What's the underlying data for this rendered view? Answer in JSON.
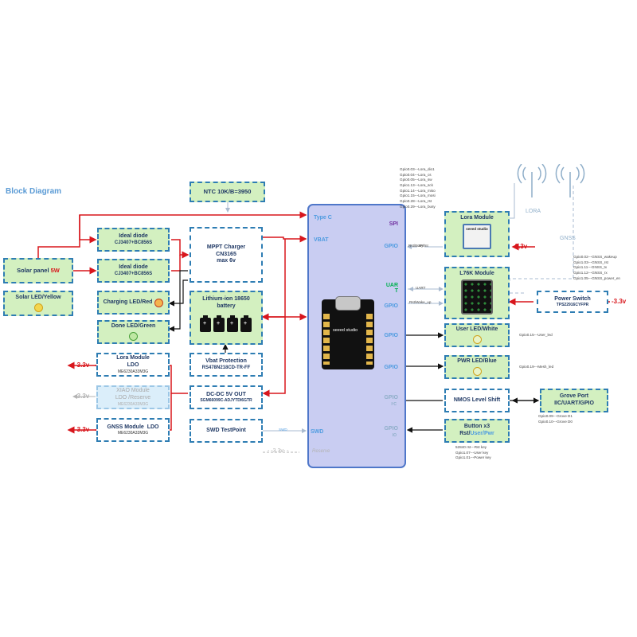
{
  "title": "Block Diagram",
  "colors": {
    "box_fill": "#d3f0c0",
    "box_border": "#2e7db3",
    "mcu_fill": "#c9cdf2",
    "power_line": "#d8161c",
    "signal_line": "#111111",
    "accent_blue": "#4d9be0"
  },
  "ntc": {
    "label": "NTC 10K/B=3950"
  },
  "left_column": {
    "ideal_diode_1": {
      "title": "Ideal diode",
      "part": "CJ3407+BC856S"
    },
    "ideal_diode_2": {
      "title": "Ideal diode",
      "part": "CJ3407+BC856S"
    },
    "charging_led": {
      "label": "Charging LED/Red"
    },
    "done_led": {
      "label": "Done LED/Green"
    },
    "lora_ldo": {
      "title": "Lora Module",
      "title2": "LDO",
      "part": "ME6230A33M3G"
    },
    "xiao_ldo": {
      "title": "XIAO Module",
      "title2": "LDO /Reserve",
      "part": "ME6230A33M3G"
    },
    "gnss_ldo": {
      "title": "GNSS Module",
      "title2": "LDO",
      "part": "ME6230A33M3G"
    }
  },
  "solar": {
    "panel_label": "Solar panel",
    "panel_power": "5W",
    "led_label": "Solar LED/Yellow"
  },
  "middle_column": {
    "charger": {
      "line1": "MPPT Charger",
      "line2": "CN3165",
      "line3": "max 6v"
    },
    "battery": {
      "line1": "Lithium-ion 18650",
      "line2": "battery"
    },
    "vbat_protection": {
      "line1": "Vbat Protection",
      "line2": "RS478N218CD-TR-FF"
    },
    "dcdc": {
      "line1": "DC-DC 5V OUT",
      "line2": "SGM66099C-ADJYTDI6GTR"
    },
    "swd": {
      "label": "SWD TestPoint"
    }
  },
  "mcu": {
    "left_pins": {
      "type_c": "Type C",
      "vbat": "VBAT",
      "swd": "SWD",
      "reserve": "Reserve"
    },
    "right_pins": {
      "spi": "SPI",
      "gpio1": "GPIO",
      "uart": "UAR",
      "uart2": "T",
      "gpio2": "GPIO",
      "gpio3": "GPIO",
      "gpio4": "GPIO",
      "gpio5": "GPIO",
      "i2c": "I²C",
      "gpio6": "GPIO",
      "io": "IO"
    },
    "chip_brand": "seeed studio"
  },
  "wire_labels": {
    "spi": "SPI",
    "rst_busy": "Rst/Busy/Int",
    "uart": "UART",
    "rst_wake": "Rst/Wake_up",
    "swd": "SWD",
    "v33": "3.3v"
  },
  "right_column": {
    "lora_module": {
      "label": "Lora Module",
      "brand": "seeed studio"
    },
    "l76k": {
      "label": "L76K Module"
    },
    "user_led": {
      "label": "User LED/White"
    },
    "pwr_led": {
      "label": "PWR LED/Blue"
    },
    "nmos": {
      "label": "NMOS Level Shift"
    },
    "button": {
      "line1": "Button x3",
      "line2a": "Rst/",
      "line2b": "User/Pwr"
    },
    "power_switch": {
      "line1": "Power Switch",
      "line2": "TPS22916CYFPR"
    },
    "grove": {
      "line1": "Grove Port",
      "line2": "IIC/UART/GPIO"
    }
  },
  "antennas": {
    "lora": "LORA",
    "gnss": "GNSS"
  },
  "notes": {
    "lora_pins": [
      "Gpio0.03---Lora_dio1",
      "Gpio0.04---Lora_cs",
      "Gpio0.05---Lora_sw",
      "Gpio1.13---Lora_sck",
      "Gpio1.14---Lora_miso",
      "Gpio1.15---Lora_mosi",
      "Gpio0.28---Lora_rst",
      "Gpio0.29---Lora_busy"
    ],
    "gnss_pins": [
      "Gpio0.02---GNSS_wakeup",
      "Gpio1.03---GNSS_rst",
      "Gpio1.11---GNSS_tx",
      "Gpio1.12---GNSS_rx",
      "Gpio1.05---GNSS_power_en"
    ],
    "user_led": "Gpio0.15---User_led",
    "mesh_led": "Gpio0.19---Mesh_led",
    "grove_pins": [
      "Gpio0.09---Grove D1",
      "Gpio0.10---Grove D0"
    ],
    "button_pins": [
      "52840 rst---Rst key",
      "Gpio1.07---User key",
      "Gpio1.01---Power key"
    ]
  }
}
